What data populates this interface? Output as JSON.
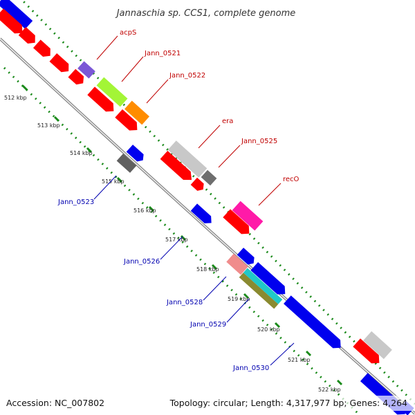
{
  "title": "Jannaschia sp. CCS1, complete genome",
  "footer": {
    "accession": "Accession: NC_007802",
    "topology": "Topology: circular; Length: 4,317,977 bp; Genes: 4,264"
  },
  "colors": {
    "backbone": "#8c8c8c",
    "tick_green": "#1a8a1a",
    "label_red": "#c00000",
    "label_blue": "#0000b0",
    "forward_red": "#ff0000",
    "reverse_blue": "#0000ee"
  },
  "ticks": [
    {
      "label": "512 kbp"
    },
    {
      "label": "513 kbp"
    },
    {
      "label": "514 kbp"
    },
    {
      "label": "515 kbp"
    },
    {
      "label": "516 kbp"
    },
    {
      "label": "517 kbp"
    },
    {
      "label": "518 kbp"
    },
    {
      "label": "519 kbp"
    },
    {
      "label": "520 kbp"
    },
    {
      "label": "521 kbp"
    },
    {
      "label": "522 kbp"
    }
  ],
  "gene_labels": [
    {
      "name": "acpS",
      "color": "#c00000"
    },
    {
      "name": "Jann_0521",
      "color": "#c00000"
    },
    {
      "name": "Jann_0522",
      "color": "#c00000"
    },
    {
      "name": "era",
      "color": "#c00000"
    },
    {
      "name": "Jann_0525",
      "color": "#c00000"
    },
    {
      "name": "recO",
      "color": "#c00000"
    },
    {
      "name": "Jann_0523",
      "color": "#0000b0"
    },
    {
      "name": "Jann_0526",
      "color": "#0000b0"
    },
    {
      "name": "Jann_0528",
      "color": "#0000b0"
    },
    {
      "name": "Jann_0529",
      "color": "#0000b0"
    },
    {
      "name": "Jann_0530",
      "color": "#0000b0"
    }
  ]
}
